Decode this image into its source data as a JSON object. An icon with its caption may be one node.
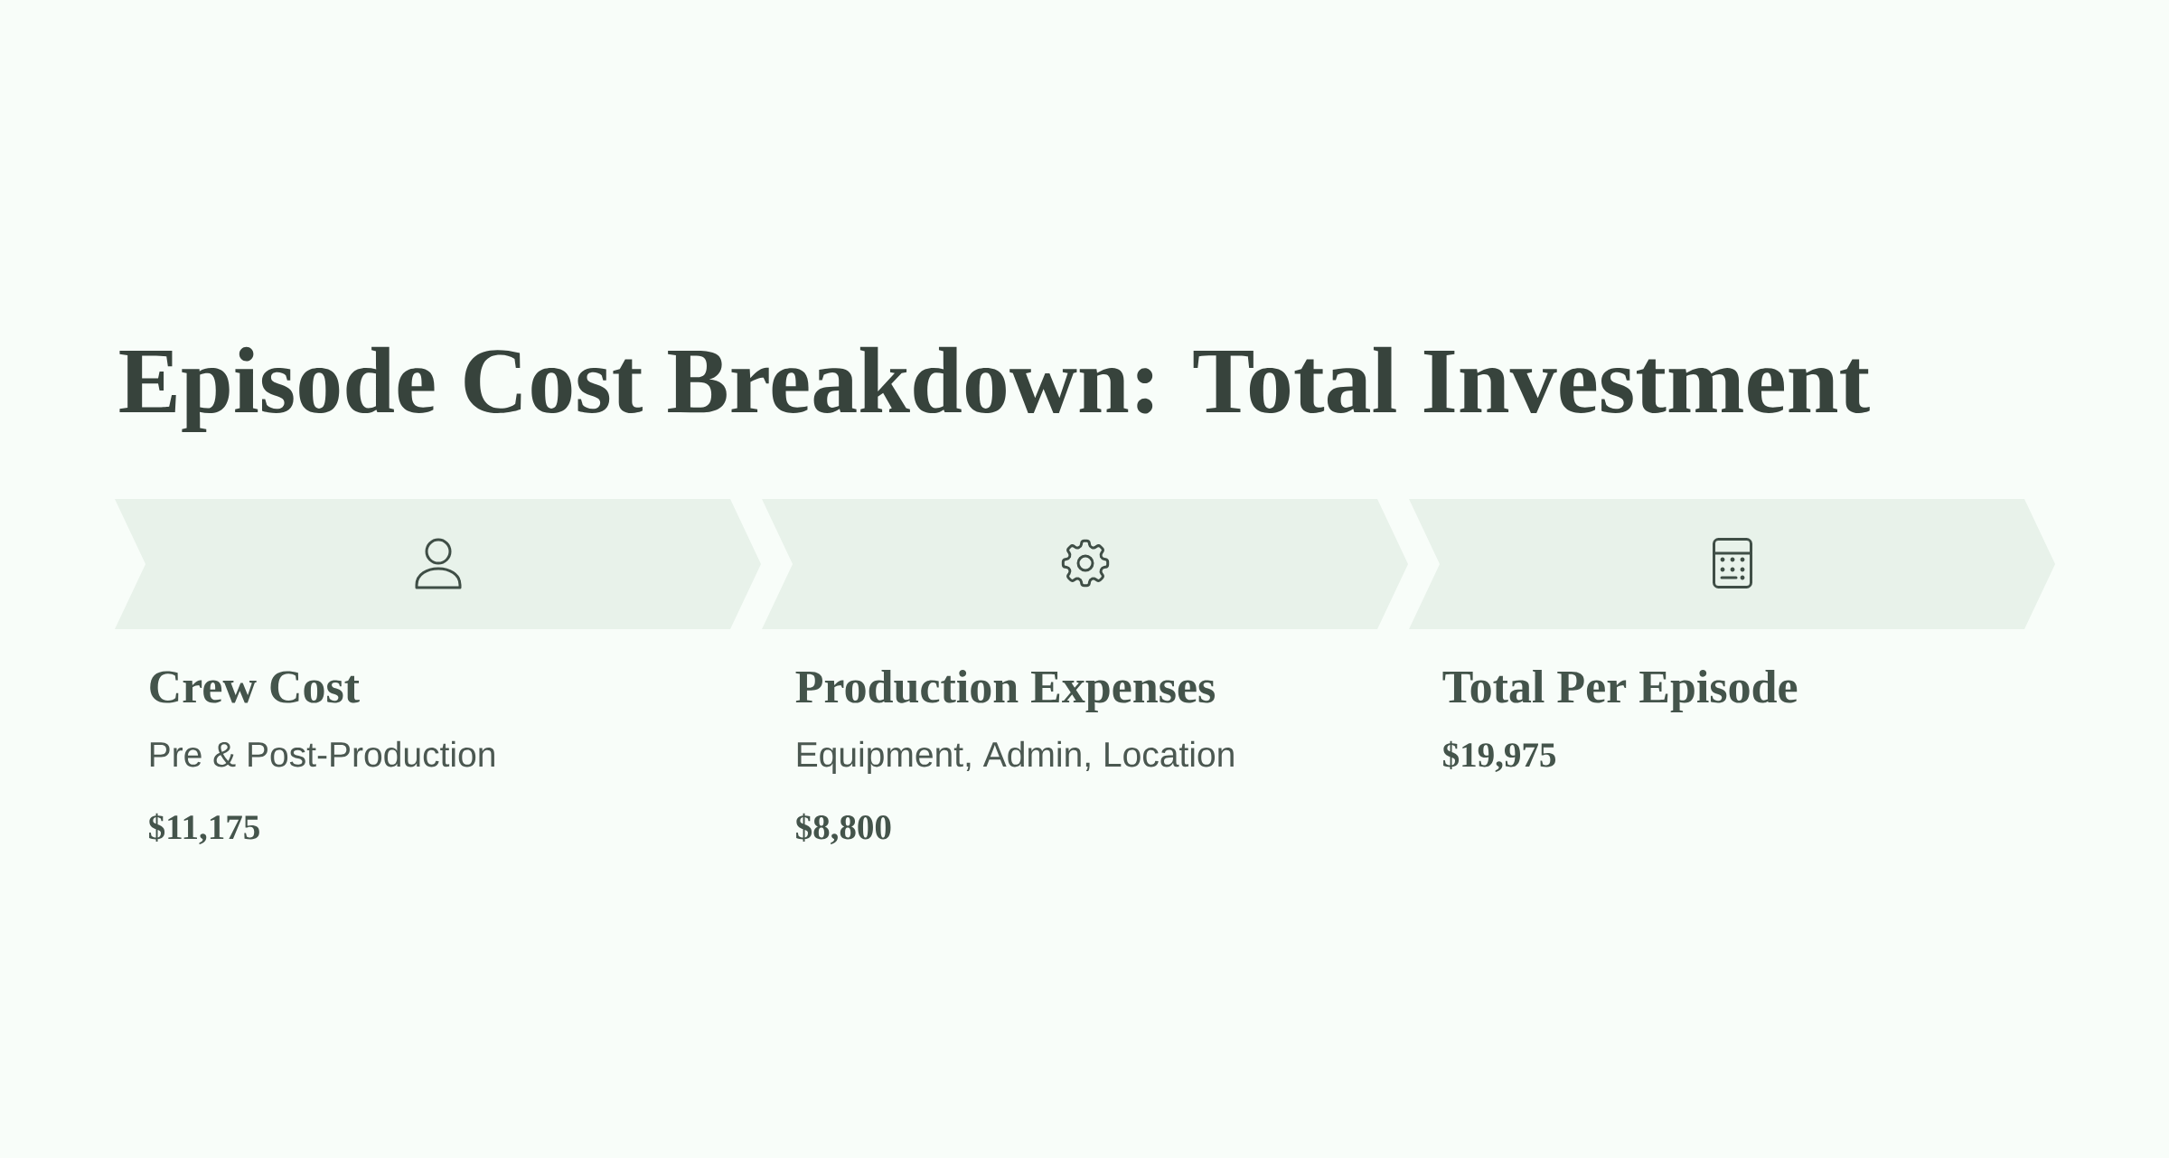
{
  "diagram": {
    "title": "Episode Cost Breakdown: Total Investment",
    "nodes": [
      {
        "text": [
          "Crew Cost",
          "Pre & Post-Production",
          "$11,175"
        ]
      },
      {
        "text": [
          "Production Expenses",
          "Equipment, Admin, Location",
          "$8,800"
        ]
      },
      {
        "text": [
          "Total Per Episode",
          "$19,975"
        ]
      }
    ]
  }
}
